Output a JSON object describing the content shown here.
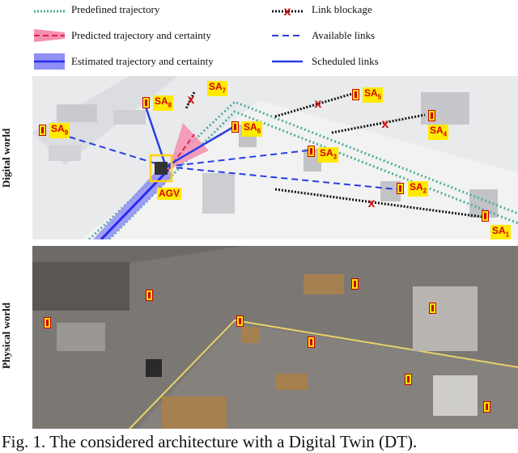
{
  "legend": {
    "predefined": "Predefined trajectory",
    "predicted": "Predicted trajectory and certainty",
    "estimated": "Estimated trajectory and certainty",
    "blockage": "Link blockage",
    "available": "Available links",
    "scheduled": "Scheduled links"
  },
  "labels": {
    "digital": "Digital world",
    "physical": "Physical world",
    "agv": "AGV"
  },
  "sensors": [
    {
      "base": "SA",
      "sub": "1"
    },
    {
      "base": "SA",
      "sub": "2"
    },
    {
      "base": "SA",
      "sub": "3"
    },
    {
      "base": "SA",
      "sub": "4"
    },
    {
      "base": "SA",
      "sub": "5"
    },
    {
      "base": "SA",
      "sub": "6"
    },
    {
      "base": "SA",
      "sub": "7"
    },
    {
      "base": "SA",
      "sub": "8"
    },
    {
      "base": "SA",
      "sub": "9"
    }
  ],
  "caption": "Fig. 1.  The considered architecture with a Digital Twin (DT).",
  "colors": {
    "predefined": "#4fae9a",
    "predicted": "#e02050",
    "predicted_fill": "#f58fb0",
    "estimated": "#2a2af0",
    "estimated_fill": "#8f8ff5",
    "blockage": "#111111",
    "blockage_x": "#d01010",
    "available": "#2a3ce8",
    "scheduled": "#2a3ce8",
    "label_bg": "#ffea00",
    "label_text": "#d40000"
  }
}
